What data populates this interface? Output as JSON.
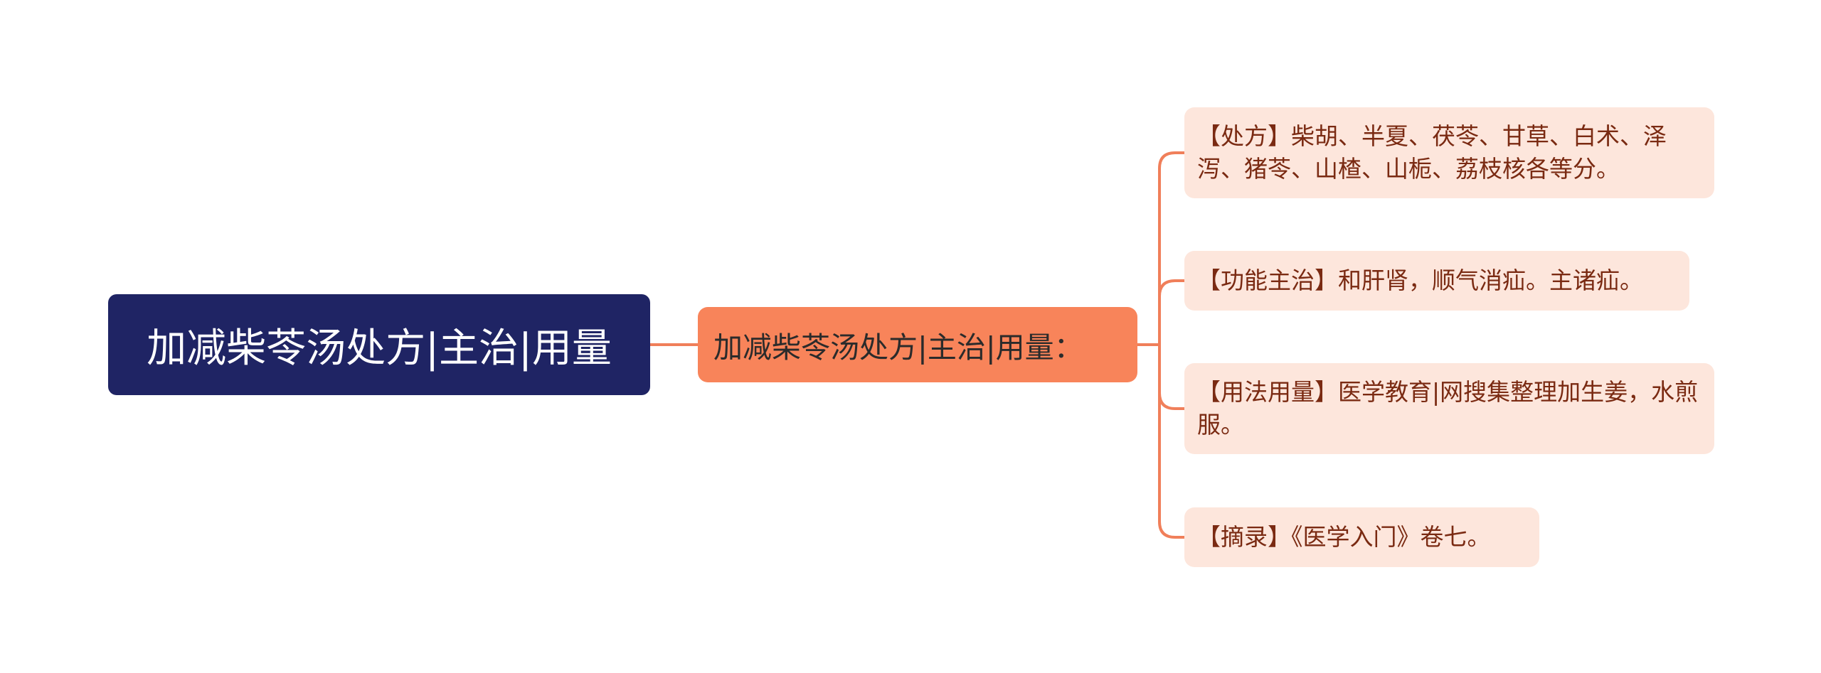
{
  "colors": {
    "root_bg": "#1f2464",
    "mid_bg": "#f8845a",
    "leaf_bg": "#fde6dc",
    "connector": "#f07f5a",
    "leaf_text": "#7a2a12"
  },
  "root": {
    "label": "加减柴苓汤处方|主治|用量"
  },
  "branch": {
    "label": "加减柴苓汤处方|主治|用量："
  },
  "leaves": [
    {
      "text": "【处方】柴胡、半夏、茯苓、甘草、白术、泽泻、猪苓、山楂、山栀、荔枝核各等分。"
    },
    {
      "text": "【功能主治】和肝肾，顺气消疝。主诸疝。"
    },
    {
      "text": "【用法用量】医学教育|网搜集整理加生姜，水煎服。"
    },
    {
      "text": "【摘录】《医学入门》卷七。"
    }
  ]
}
